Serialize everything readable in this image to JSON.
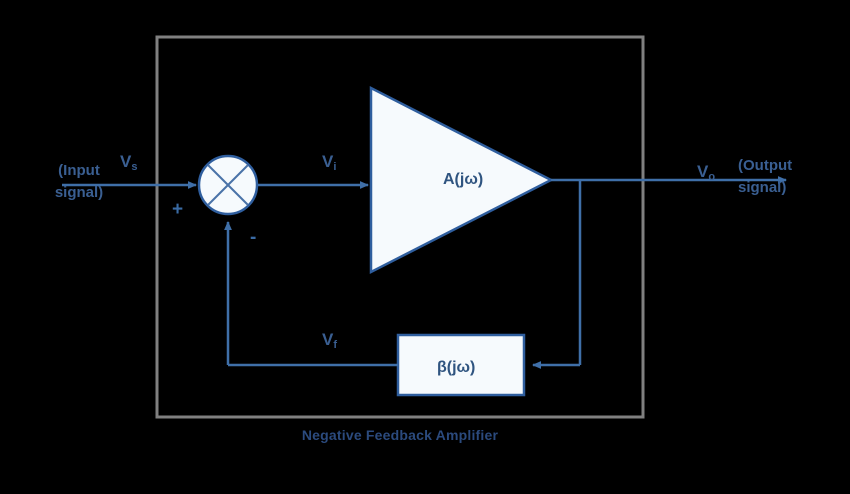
{
  "diagram": {
    "caption": "Negative Feedback Amplifier",
    "frame_color": "#808080",
    "line_color": "#3f6fa8",
    "text_color": "#3a5f92",
    "shape_fill": "#f6fafd",
    "shape_stroke": "#2f5e9e",
    "background": "#000000",
    "blocks": [
      {
        "id": "summing-junction",
        "type": "summing-circle",
        "label": ""
      },
      {
        "id": "amplifier",
        "type": "triangle",
        "label": "A(jω)"
      },
      {
        "id": "feedback-network",
        "type": "rectangle",
        "label": "β(jω)"
      }
    ],
    "signals": {
      "input_note": "(Input\nsignal)",
      "input_note_line1": "(Input",
      "input_note_line2": "signal)",
      "output_note_line1": "(Output",
      "output_note_line2": "signal)",
      "source_symbol": "V",
      "source_subscript": "s",
      "amp_input_symbol": "V",
      "amp_input_subscript": "i",
      "output_symbol": "V",
      "output_subscript": "o",
      "feedback_symbol": "V",
      "feedback_subscript": "f"
    },
    "signs": {
      "positive": "+",
      "negative": "-"
    }
  }
}
